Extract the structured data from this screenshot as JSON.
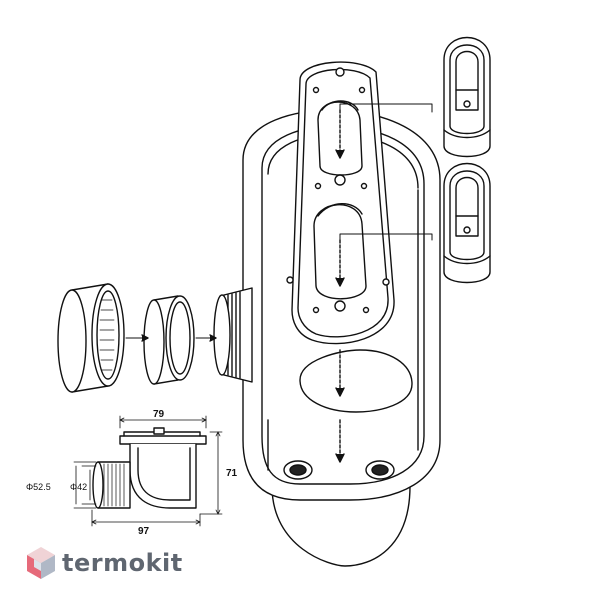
{
  "diagram": {
    "dimensions": {
      "top_width": "79",
      "height": "71",
      "bottom_width": "97",
      "outer_diameter": "Φ52.5",
      "inner_diameter": "Φ42"
    }
  },
  "brand": {
    "name": "termokit",
    "logo_colors": [
      "#f0d3d6",
      "#e66a7a",
      "#b0b8c6",
      "#dde2ea"
    ]
  }
}
